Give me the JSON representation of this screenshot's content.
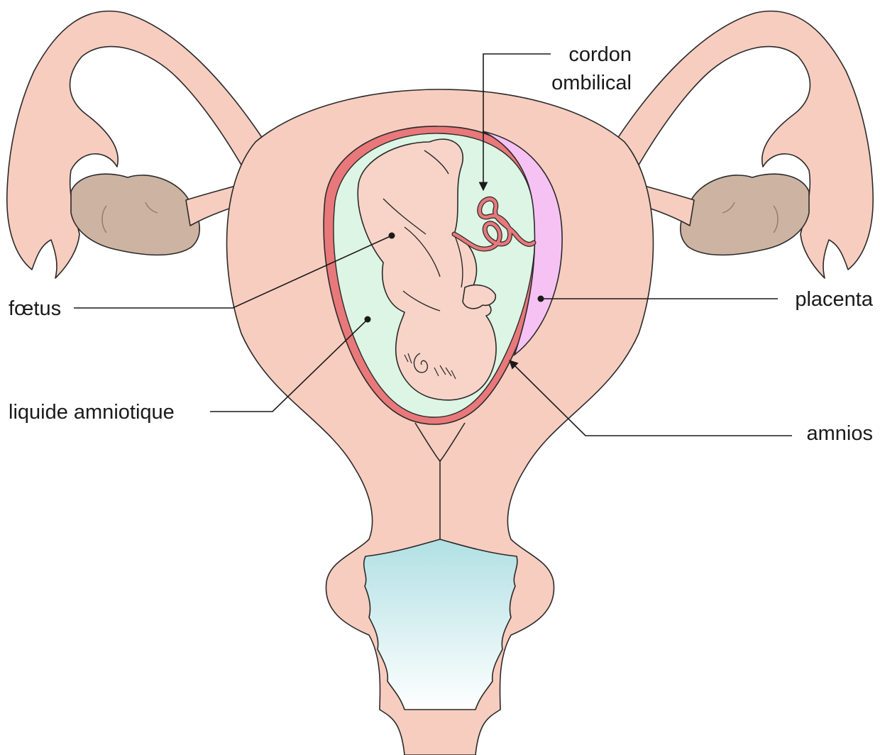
{
  "colors": {
    "uterus": "#f7cdbf",
    "ovary": "#cdb3a2",
    "amniotic_fluid": "#dcf5e4",
    "placenta": "#f6c2f4",
    "umbilical_cord": "#e8787a",
    "membrane": "#e8787a",
    "fetus": "#f8d4c8",
    "vagina_top": "#b1e0e4",
    "vagina_bottom": "#ffffff"
  },
  "labels": {
    "cordon_line1": "cordon",
    "cordon_line2": "ombilical",
    "foetus": "fœtus",
    "placenta": "placenta",
    "liquide": "liquide amniotique",
    "amnios": "amnios"
  }
}
